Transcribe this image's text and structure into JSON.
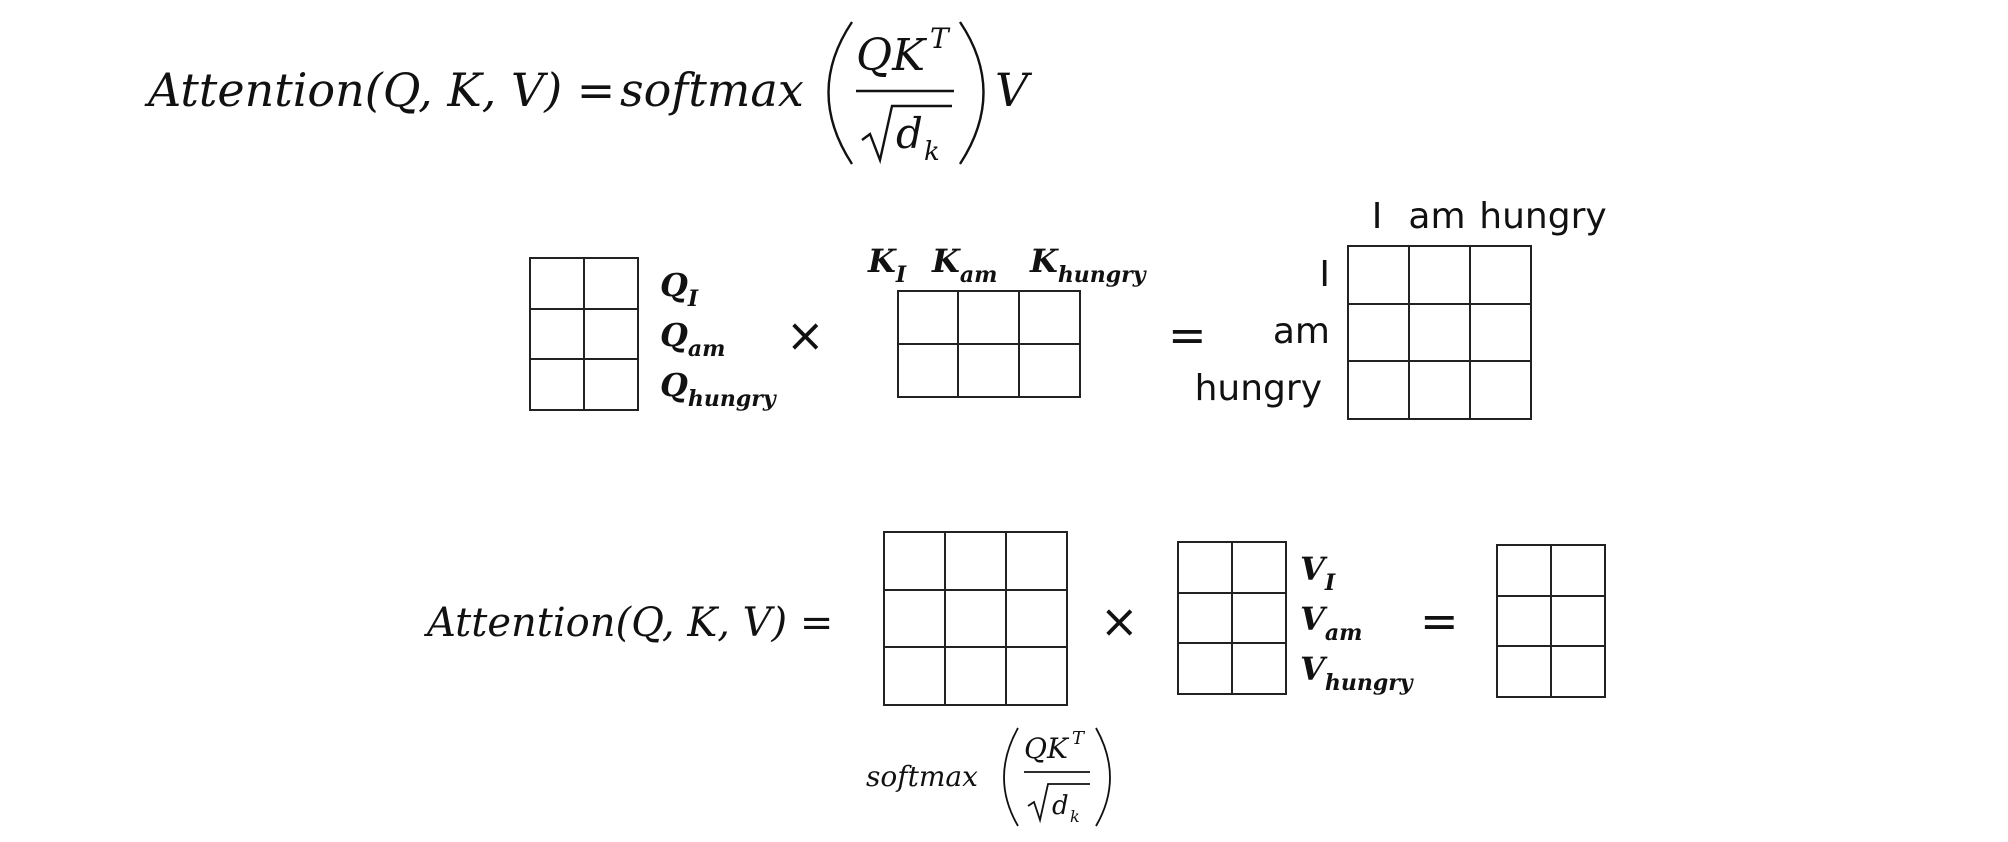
{
  "formula": {
    "lhs": "Attention(Q, K, V) = ",
    "func": "softmax",
    "numerator_base": "QK",
    "numerator_sup": "T",
    "denominator_base": "d",
    "denominator_sub": "k",
    "trailing": "V"
  },
  "step1": {
    "q_labels": [
      {
        "base": "Q",
        "sub": "I"
      },
      {
        "base": "Q",
        "sub": "am"
      },
      {
        "base": "Q",
        "sub": "hungry"
      }
    ],
    "times": "×",
    "k_labels": [
      {
        "base": "K",
        "sub": "I"
      },
      {
        "base": "K",
        "sub": "am"
      },
      {
        "base": "K",
        "sub": "hungry"
      }
    ],
    "equals": "=",
    "col_labels": [
      "I",
      "am",
      "hungry"
    ],
    "row_labels": [
      "I",
      "am",
      "hungry"
    ]
  },
  "step2": {
    "lhs": "Attention(Q, K, V) =",
    "times": "×",
    "v_labels": [
      {
        "base": "V",
        "sub": "I"
      },
      {
        "base": "V",
        "sub": "am"
      },
      {
        "base": "V",
        "sub": "hungry"
      }
    ],
    "equals": "=",
    "caption": {
      "func": "softmax",
      "numerator_base": "QK",
      "numerator_sup": "T",
      "denominator_base": "d",
      "denominator_sub": "k"
    }
  }
}
